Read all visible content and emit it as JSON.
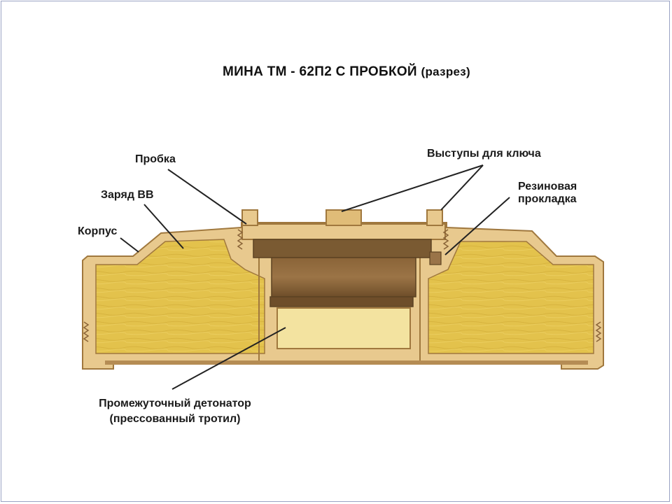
{
  "diagram": {
    "title_main": "МИНА ТМ - 62П2  С  ПРОБКОЙ",
    "title_sub": "(разрез)",
    "labels": {
      "plug": "Пробка",
      "key_lugs": "Выступы для ключа",
      "charge": "Заряд ВВ",
      "rubber_line1": "Резиновая",
      "rubber_line2": "прокладка",
      "body": "Корпус",
      "detonator_line1": "Промежуточный детонатор",
      "detonator_line2": "(прессованный тротил)"
    },
    "colors": {
      "casing": "#e8c98e",
      "casing_edge": "#a0783e",
      "explosive": "#e3c24c",
      "explosive_dark": "#c9a42e",
      "plug_dark": "#7a5a32",
      "plug_mid": "#9a7448",
      "detonator": "#f3e3a0"
    }
  }
}
